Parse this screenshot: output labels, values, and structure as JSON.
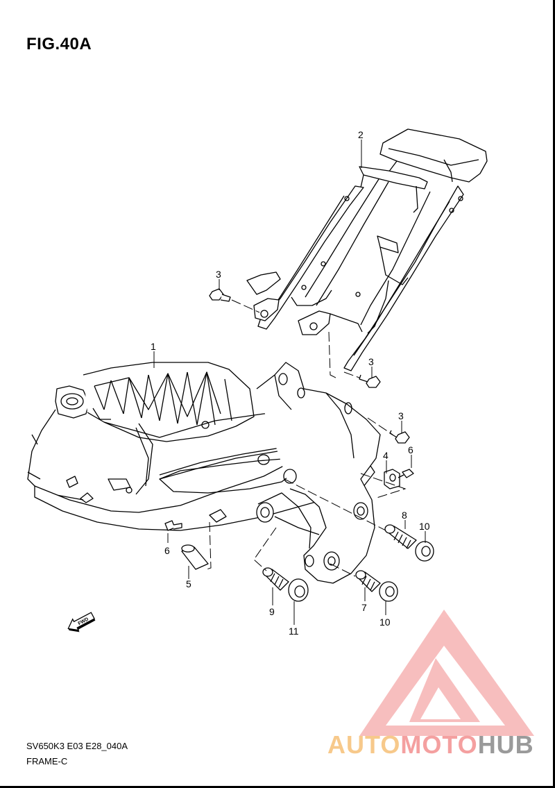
{
  "figure": {
    "title": "FIG.40A",
    "model_code": "SV650K3 E03 E28_040A",
    "section_name": "FRAME-C",
    "fwd_label": "FWD"
  },
  "callouts": [
    {
      "id": "c2",
      "label": "2"
    },
    {
      "id": "c3a",
      "label": "3"
    },
    {
      "id": "c1",
      "label": "1"
    },
    {
      "id": "c3b",
      "label": "3"
    },
    {
      "id": "c3c",
      "label": "3"
    },
    {
      "id": "c4",
      "label": "4"
    },
    {
      "id": "c6a",
      "label": "6"
    },
    {
      "id": "c8",
      "label": "8"
    },
    {
      "id": "c10a",
      "label": "10"
    },
    {
      "id": "c6b",
      "label": "6"
    },
    {
      "id": "c5",
      "label": "5"
    },
    {
      "id": "c9",
      "label": "9"
    },
    {
      "id": "c7",
      "label": "7"
    },
    {
      "id": "c10b",
      "label": "10"
    },
    {
      "id": "c11",
      "label": "11"
    }
  ],
  "watermark": {
    "part1": "AUTO",
    "part2": "MOTO",
    "part3": "HUB",
    "color_orange": "#f7c98b",
    "color_red": "#f4a0a0",
    "color_gray": "#9a9a9a"
  }
}
